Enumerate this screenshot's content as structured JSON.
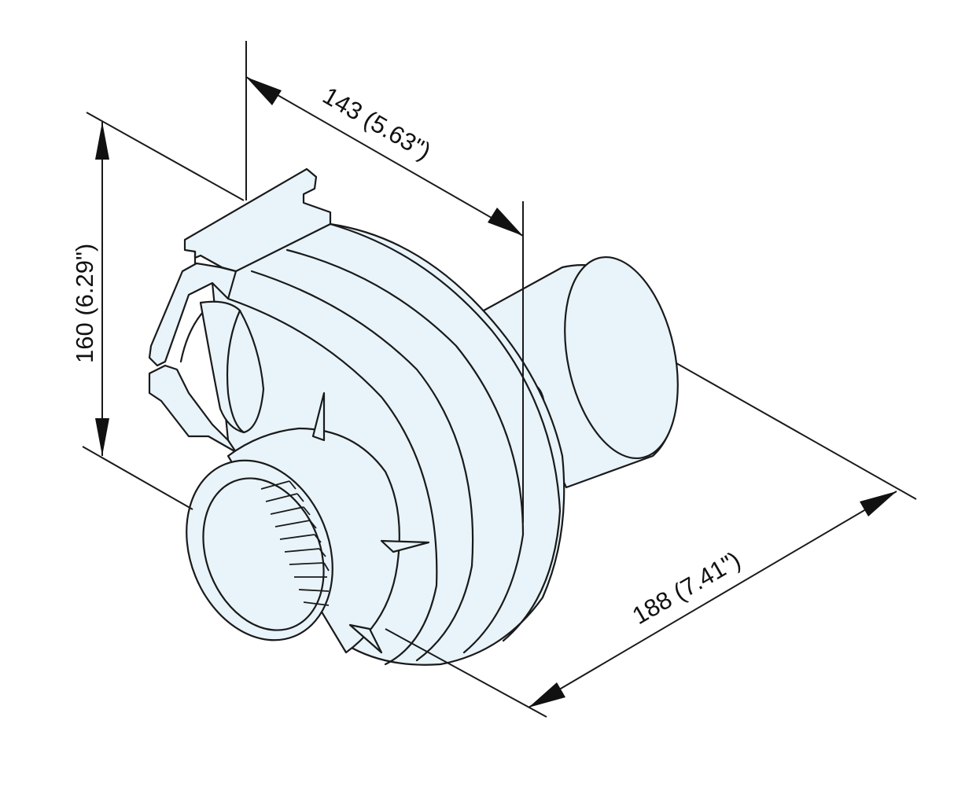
{
  "dimensions": {
    "length": "143 (5.63\")",
    "height": "160 (6.29\")",
    "depth": "188 (7.41\")"
  },
  "colors": {
    "body_fill": "#e8f4fa",
    "line": "#1a1a1a"
  }
}
